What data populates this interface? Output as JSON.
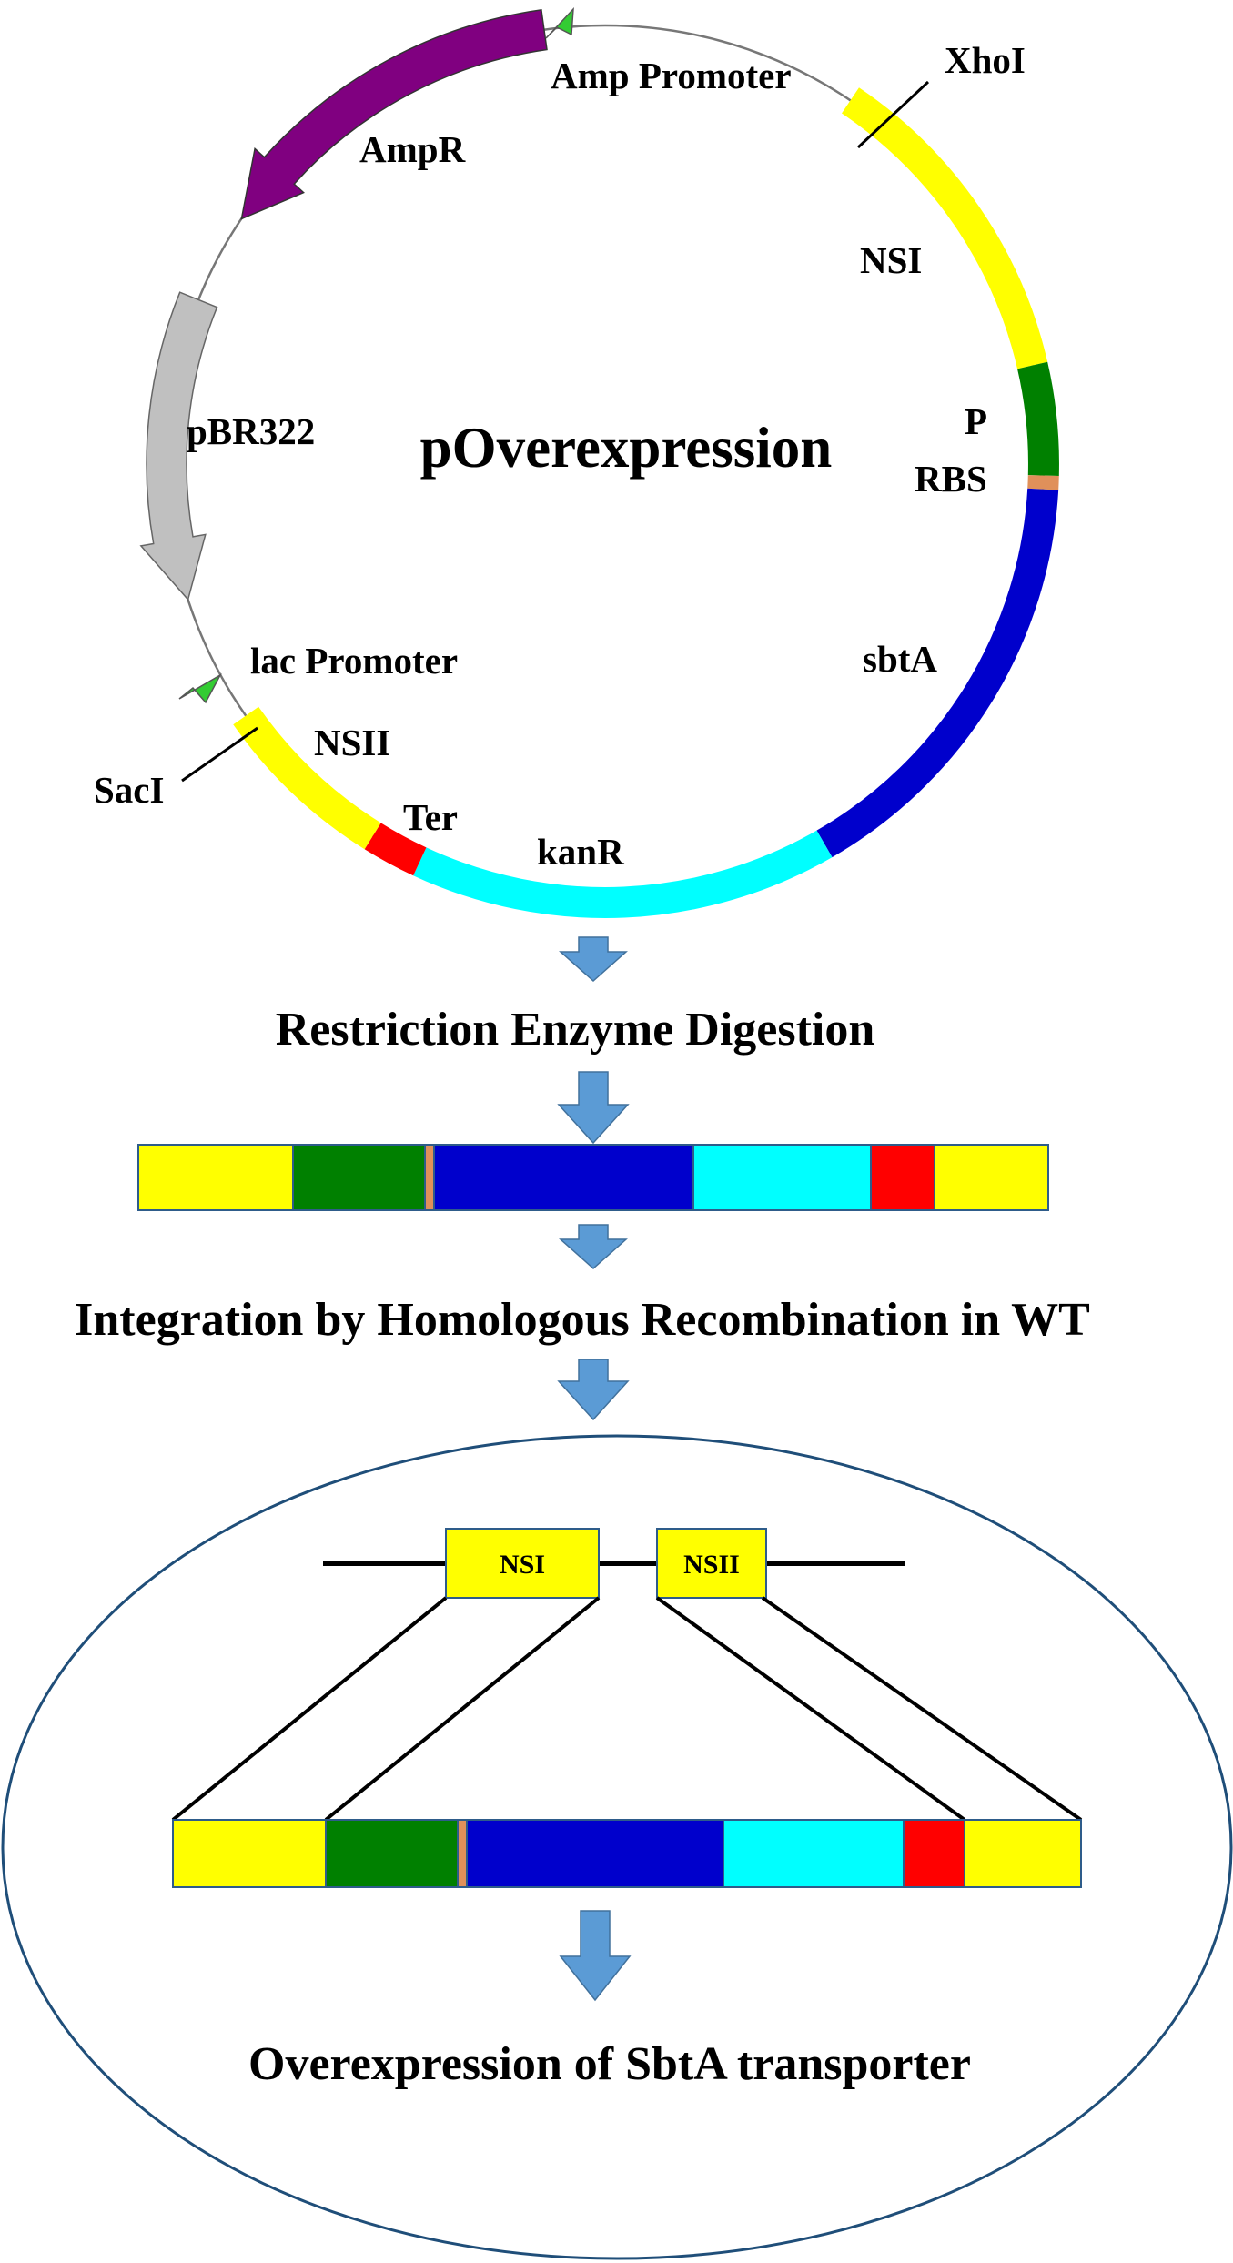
{
  "plasmid": {
    "name": "pOverexpression",
    "labels": {
      "amp_promoter": "Amp Promoter",
      "ampr": "AmpR",
      "xhoi": "XhoI",
      "nsi": "NSI",
      "p": "P",
      "rbs": "RBS",
      "pbr322": "pBR322",
      "sbta": "sbtA",
      "lac_promoter": "lac Promoter",
      "nsii": "NSII",
      "saci": "SacI",
      "ter": "Ter",
      "kanr": "kanR"
    }
  },
  "steps": {
    "digestion": "Restriction Enzyme Digestion",
    "integration": "Integration by Homologous Recombination in WT",
    "result": "Overexpression of SbtA transporter"
  },
  "genome": {
    "nsi_label": "NSI",
    "nsii_label": "NSII"
  },
  "colors": {
    "nsi_nsii": "#ffff00",
    "promoter_p": "#008000",
    "rbs": "#e0905a",
    "sbta": "#0000cc",
    "kanr": "#00ffff",
    "ter": "#ff0000",
    "ampr": "#800080",
    "pbr322": "#c0c0c0",
    "promoter_marker": "#33cc33",
    "arrow": "#5b9bd5",
    "cell_outline": "#1f4e79"
  }
}
